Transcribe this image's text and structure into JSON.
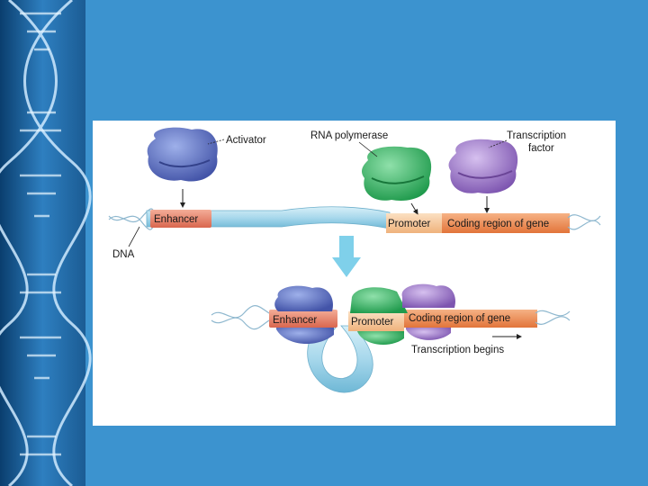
{
  "labels": {
    "activator": "Activator",
    "rna_polymerase": "RNA polymerase",
    "transcription_factor_line1": "Transcription",
    "transcription_factor_line2": "factor",
    "enhancer_top": "Enhancer",
    "promoter_top": "Promoter",
    "coding_region_top": "Coding region of gene",
    "dna": "DNA",
    "enhancer_bottom": "Enhancer",
    "promoter_bottom": "Promoter",
    "coding_region_bottom": "Coding region of gene",
    "transcription_begins": "Transcription begins"
  },
  "colors": {
    "slide_background": "#3c93cf",
    "activator": "#5b6fc0",
    "rna_polymerase": "#3fba6a",
    "transcription_factor": "#a27ccf",
    "dna_tube": "#a8d8ec",
    "enhancer": "#e8816a",
    "promoter": "#f6c99c",
    "coding_region": "#ee8a4e",
    "arrow": "#7fd0ea"
  }
}
